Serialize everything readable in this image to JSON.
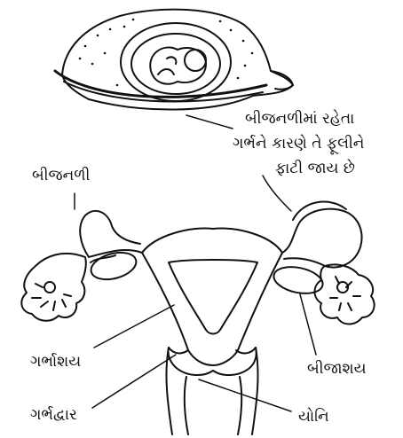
{
  "labels": {
    "callout_line1": "બીજનળીમાં રહેતા",
    "callout_line2": "ગર્ભને કારણે તે ફૂલીને",
    "callout_line3": "ફાટી જાય છે",
    "oviduct": "બીજનળી",
    "uterus": "ગર્ભાશય",
    "cervix": "ગર્ભદ્વાર",
    "ovary": "બીજાશય",
    "vagina": "યોનિ"
  },
  "colors": {
    "ink": "#111111",
    "background": "#ffffff"
  }
}
